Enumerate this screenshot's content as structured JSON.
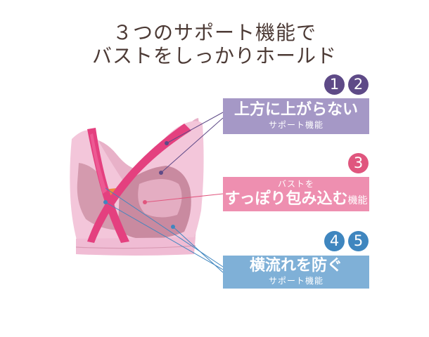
{
  "title": {
    "line1": "３つのサポート機能で",
    "line2": "バストをしっかりホールド"
  },
  "callouts": [
    {
      "badges": [
        "1",
        "2"
      ],
      "badge_color": "#5e4a87",
      "box_color": "#a598c6",
      "main": "上方に上がらない",
      "sub": "サポート機能"
    },
    {
      "badges": [
        "3"
      ],
      "badge_color": "#e0567e",
      "box_color": "#ee8fb0",
      "sub_top": "バストを",
      "main": "すっぽり包み込む",
      "main_suffix": "機能"
    },
    {
      "badges": [
        "4",
        "5"
      ],
      "badge_color": "#3f86bf",
      "box_color": "#7fb0d7",
      "main": "横流れを防ぐ",
      "sub": "サポート機能"
    }
  ],
  "illustration": {
    "icon": "sports-bra-illustration",
    "base_color": "#f2c2d8",
    "strap_color": "#e63f7d",
    "cup_color": "#c97c92"
  }
}
